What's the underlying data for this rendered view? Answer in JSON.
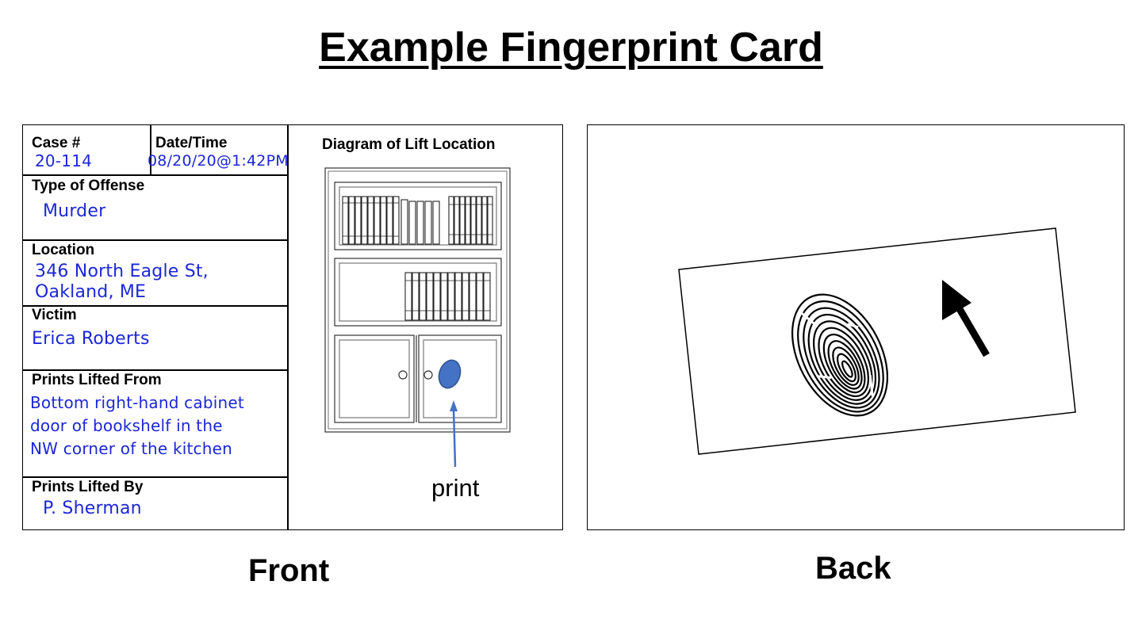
{
  "title": "Example Fingerprint Card",
  "front": {
    "case_label": "Case #",
    "case_value": "20-114",
    "datetime_label": "Date/Time",
    "datetime_value": "08/20/20@1:42PM",
    "offense_label": "Type of Offense",
    "offense_value": "Murder",
    "location_label": "Location",
    "location_line1": "346 North Eagle St,",
    "location_line2": "Oakland, ME",
    "victim_label": "Victim",
    "victim_value": "Erica Roberts",
    "lifted_from_label": "Prints Lifted From",
    "lifted_from_line1": "Bottom right-hand cabinet",
    "lifted_from_line2": "door of bookshelf in the",
    "lifted_from_line3": "NW corner of the kitchen",
    "lifted_by_label": "Prints Lifted By",
    "lifted_by_value": "P. Sherman",
    "diagram_label": "Diagram of Lift Location",
    "print_annotation": "print",
    "caption": "Front"
  },
  "back": {
    "caption": "Back"
  },
  "colors": {
    "handwriting": "#1c27d6",
    "print_marker": "#4472c4",
    "ink": "#000000"
  }
}
